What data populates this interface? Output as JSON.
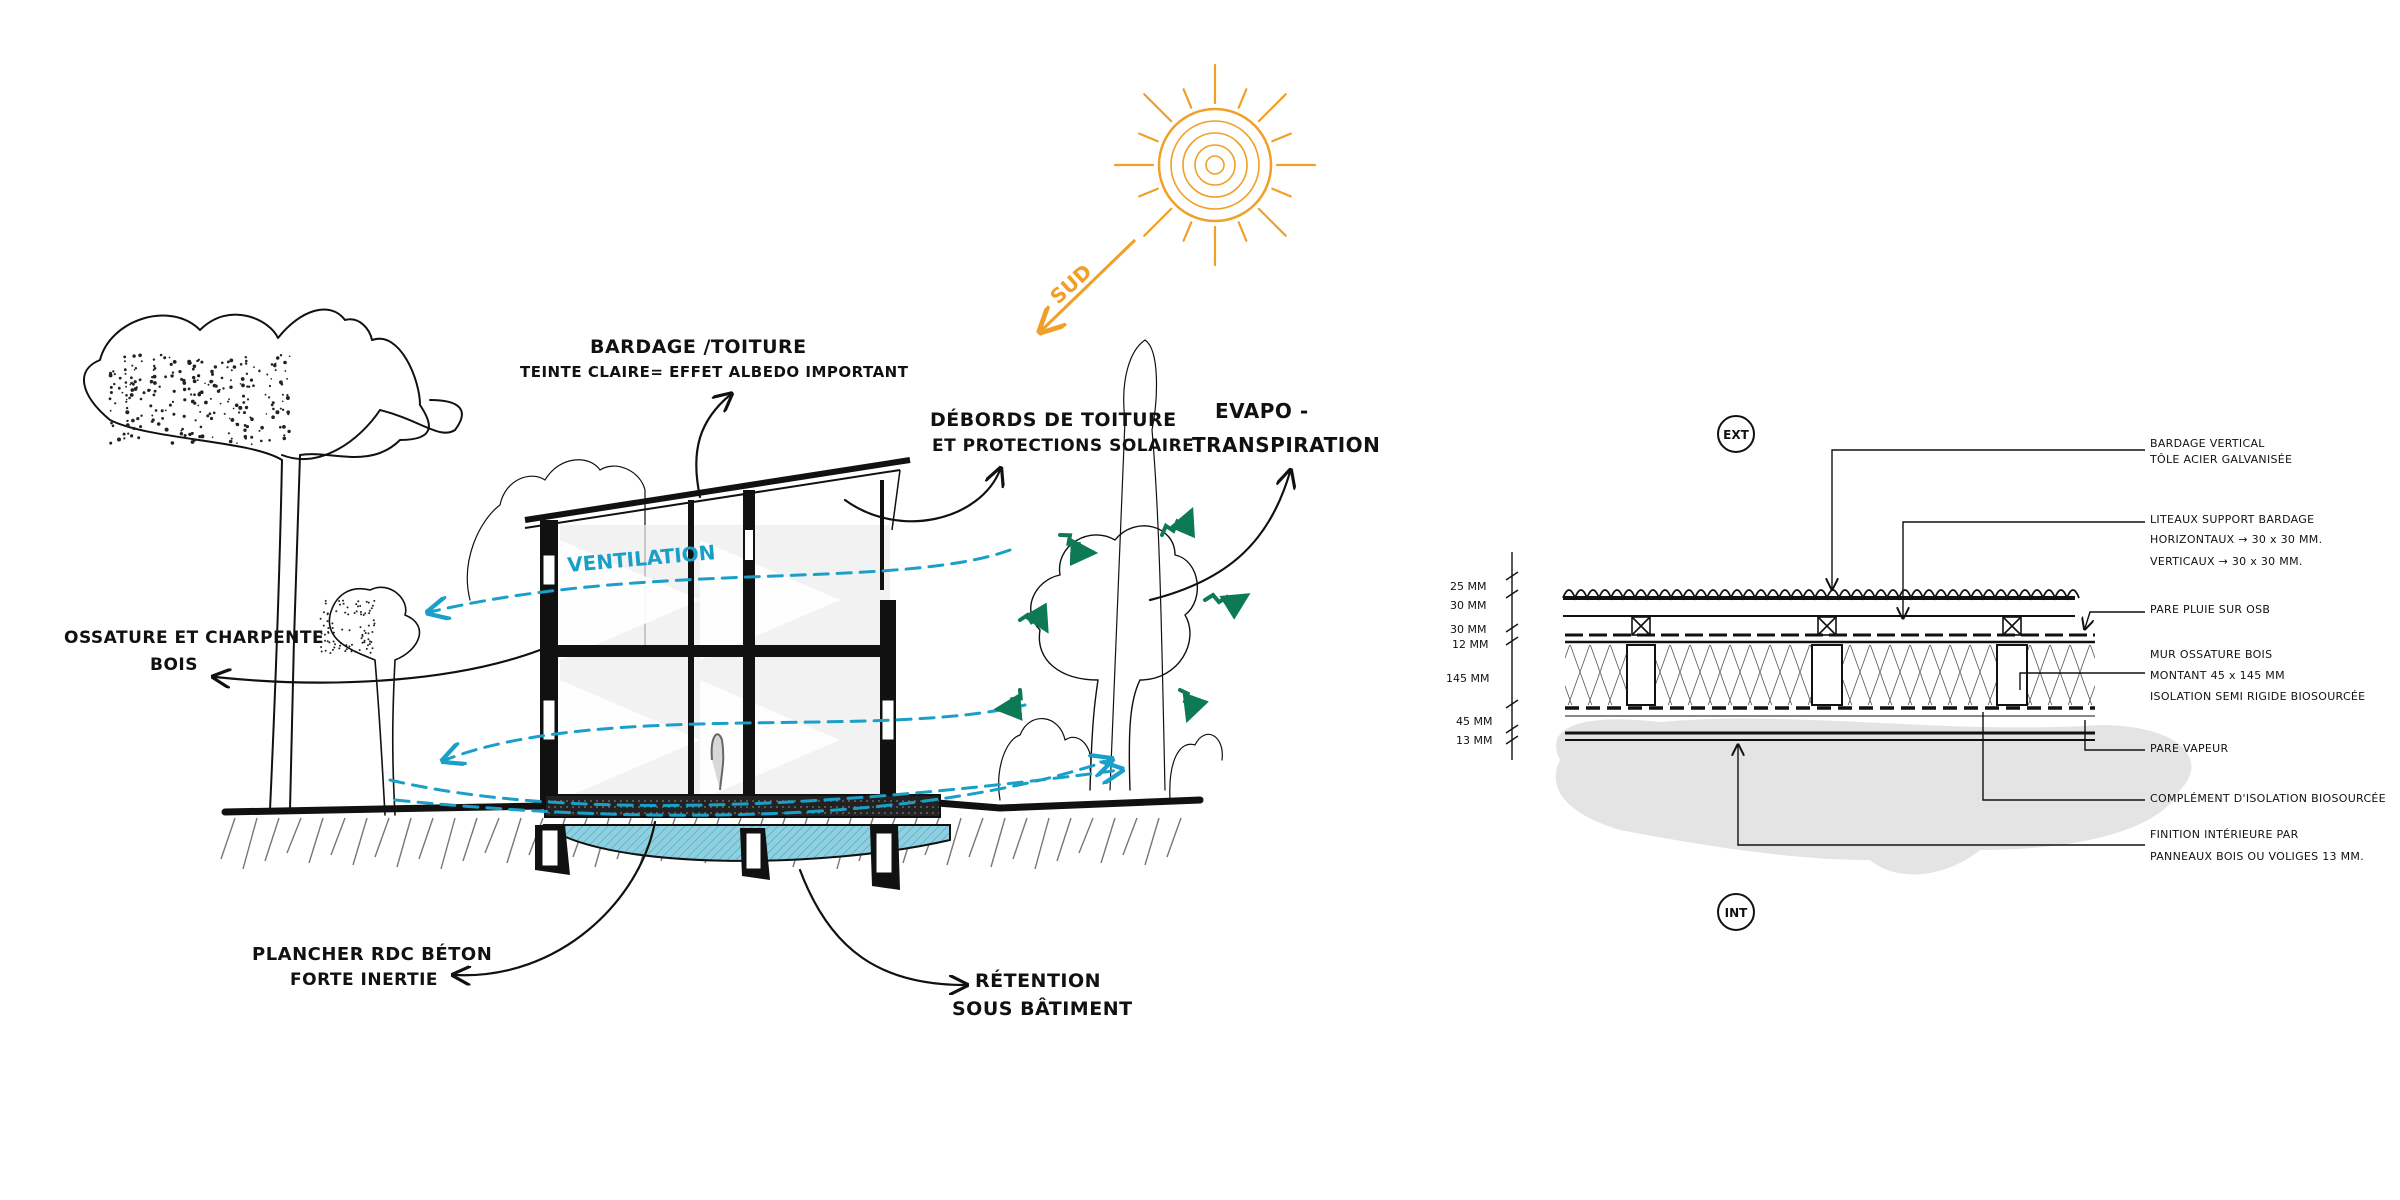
{
  "colors": {
    "ink": "#111111",
    "ventilation_blue": "#1aa0c8",
    "sun_orange": "#f0a028",
    "evapo_green": "#0e7a55",
    "retention_water": "#6cc3d8",
    "insulation_grey": "#e2e2e2"
  },
  "section": {
    "sun_label": "SUD",
    "roof_label": {
      "line1": "BARDAGE /TOITURE",
      "line2": "TEINTE CLAIRE= EFFET ALBEDO IMPORTANT"
    },
    "overhang_label": {
      "line1": "DÉBORDS DE TOITURE",
      "line2": "ET PROTECTIONS SOLAIRE"
    },
    "evapo_label": {
      "line1": "EVAPO -",
      "line2": "TRANSPIRATION"
    },
    "ventilation_label": "VENTILATION",
    "frame_label": {
      "line1": "OSSATURE ET CHARPENTE",
      "line2": "BOIS"
    },
    "floor_label": {
      "line1": "PLANCHER RDC BÉTON",
      "line2": "FORTE INERTIE"
    },
    "retention_label": {
      "line1": "RÉTENTION",
      "line2": "SOUS BÂTIMENT"
    }
  },
  "wall_detail": {
    "ext_label": "EXT",
    "int_label": "INT",
    "dimensions": [
      "25 MM",
      "30 MM",
      "30 MM",
      "12 MM",
      "145 MM",
      "45 MM",
      "13 MM"
    ],
    "annotations": [
      {
        "line1": "BARDAGE VERTICAL",
        "line2": "TÔLE ACIER GALVANISÉE"
      },
      {
        "line1": "LITEAUX SUPPORT BARDAGE",
        "line2": "HORIZONTAUX → 30 x 30 MM.",
        "line3": "VERTICAUX → 30 x 30 MM."
      },
      {
        "line1": "PARE PLUIE SUR OSB"
      },
      {
        "line1": "MUR OSSATURE BOIS",
        "line2": "MONTANT 45 x 145 MM",
        "line3": "ISOLATION SEMI RIGIDE BIOSOURCÉE"
      },
      {
        "line1": "PARE VAPEUR"
      },
      {
        "line1": "COMPLÉMENT D'ISOLATION BIOSOURCÉE"
      },
      {
        "line1": "FINITION INTÉRIEURE PAR",
        "line2": "PANNEAUX BOIS OU VOLIGES 13 MM."
      }
    ]
  }
}
